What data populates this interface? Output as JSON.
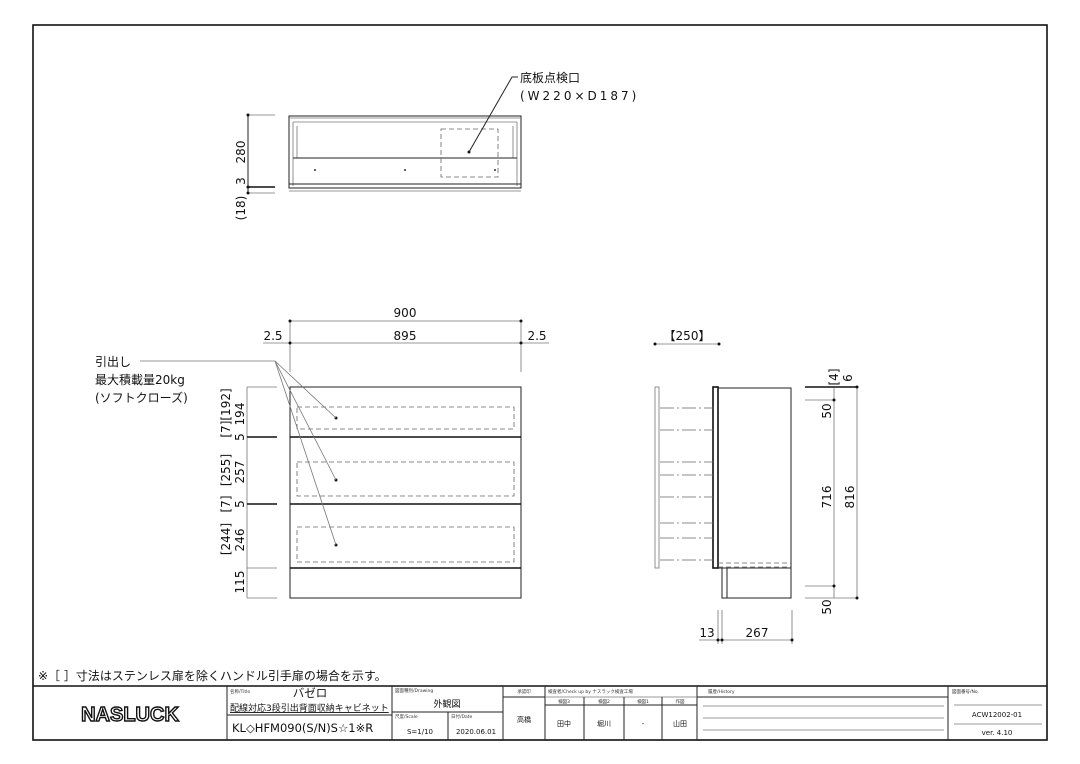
{
  "top_view": {
    "callout_line1": "底板点検口",
    "callout_line2": "(W220×D187)",
    "dims": {
      "d280": "280",
      "d3": "3",
      "d18": "(18)"
    }
  },
  "front_view": {
    "callout_line1": "引出し",
    "callout_line2": "最大積載量20kg",
    "callout_line3": "(ソフトクローズ)",
    "dims": {
      "w900": "900",
      "w895": "895",
      "left25": "2.5",
      "right25": "2.5",
      "h192": "[7][192]",
      "h194": "194",
      "h5a": "5",
      "h255": "[255]",
      "h257": "257",
      "h7b": "[7]",
      "h5b": "5",
      "h244": "[244]",
      "h246": "246",
      "h115": "115"
    }
  },
  "side_view": {
    "dims": {
      "d250": "【250】",
      "d4": "[4]",
      "d6": "6",
      "d50top": "50",
      "d716": "716",
      "d816": "816",
      "d50bot": "50",
      "d13": "13",
      "d267": "267"
    }
  },
  "note": "※［ ］寸法はステンレス扉を除くハンドル引手扉の場合を示す。",
  "title_block": {
    "logo": "NASLUCK",
    "title_label": "名称/Title",
    "title": "バゼロ",
    "subtitle": "配線対応3段引出背面収納キャビネット",
    "model": "KL◇HFM090(S/N)S☆1※R",
    "drawing_label": "図面種別/Drawing",
    "drawing": "外観図",
    "scale_label": "尺度/Scale",
    "scale": "S=1/10",
    "date_label": "日付/Date",
    "date": "2020.06.01",
    "approval_label": "承認印",
    "approval": "高橋",
    "check_label": "検査者/Check up by ナスラック検査工場",
    "check_cols": [
      {
        "label": "検図3",
        "value": "田中"
      },
      {
        "label": "検図2",
        "value": "堀川"
      },
      {
        "label": "検図1",
        "value": "-"
      },
      {
        "label": "作図",
        "value": "山田"
      }
    ],
    "history_label": "履歴/History",
    "number_label": "図面番号/No.",
    "number": "ACW12002-01",
    "version": "ver. 4.10"
  }
}
